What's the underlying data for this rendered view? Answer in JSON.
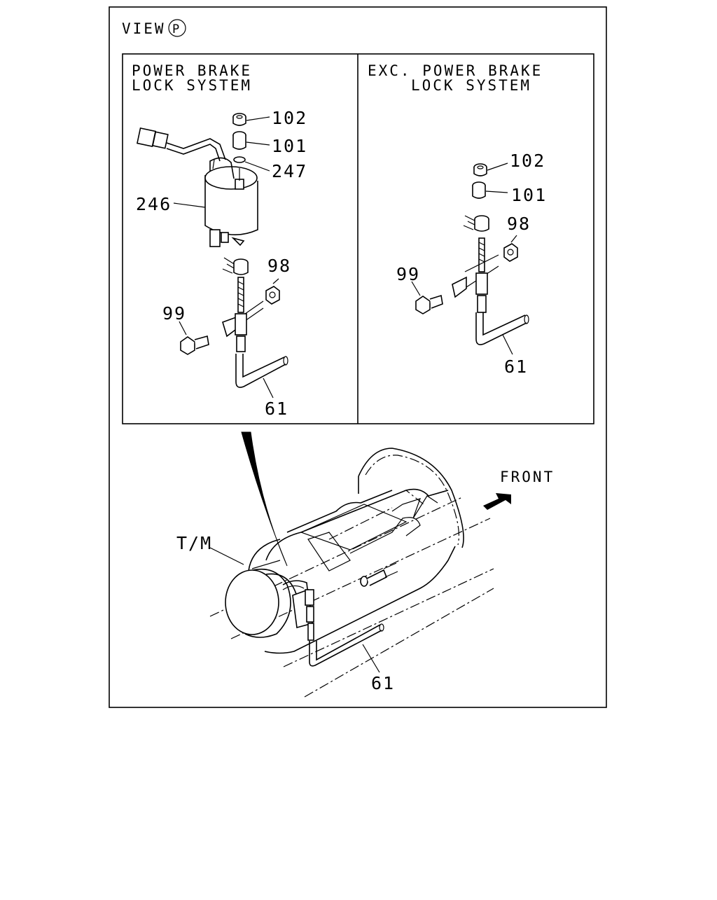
{
  "view": {
    "label": "VIEW",
    "circled": "P"
  },
  "left_panel": {
    "heading_line1": "POWER BRAKE",
    "heading_line2": "LOCK SYSTEM",
    "callouts": {
      "c102": "102",
      "c101": "101",
      "c247": "247",
      "c246": "246",
      "c98": "98",
      "c99": "99",
      "c61": "61"
    }
  },
  "right_panel": {
    "heading_line1": "EXC. POWER BRAKE",
    "heading_line2": "LOCK SYSTEM",
    "callouts": {
      "c102": "102",
      "c101": "101",
      "c98": "98",
      "c99": "99",
      "c61": "61"
    }
  },
  "bottom_view": {
    "front_label": "FRONT",
    "tm_label": "T/M",
    "c61": "61"
  }
}
